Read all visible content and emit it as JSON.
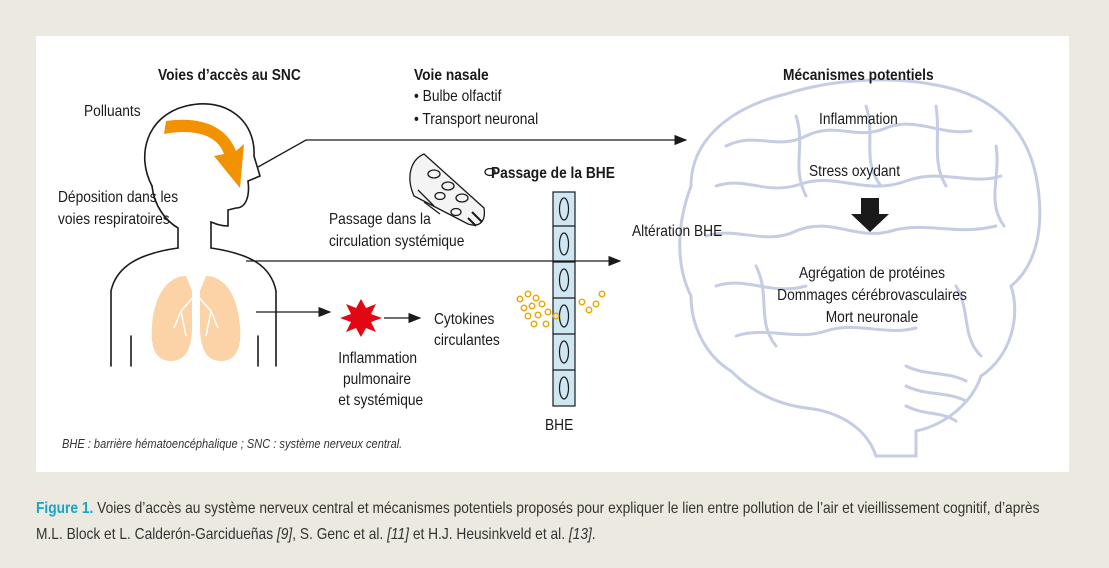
{
  "diagram": {
    "headings": {
      "access_routes": "Voies d’accès au SNC",
      "nasal_route": "Voie nasale",
      "mechanisms": "Mécanismes potentiels",
      "bbb_passage": "Passage de la BHE"
    },
    "nasal_items": [
      "• Bulbe olfactif",
      "• Transport neuronal"
    ],
    "pollutants": "Polluants",
    "deposition": [
      "Déposition dans les",
      "voies respiratoires"
    ],
    "systemic_circulation": [
      "Passage dans la",
      "circulation systémique"
    ],
    "inflammation_pulm": [
      "Inflammation",
      "pulmonaire",
      "et systémique"
    ],
    "cytokines": [
      "Cytokines",
      "circulantes"
    ],
    "bbb_label": "BHE",
    "bbb_alteration": "Altération BHE",
    "mechanisms": {
      "inflammation": "Inflammation",
      "oxidative_stress": "Stress oxydant",
      "outcomes": [
        "Agrégation de protéines",
        "Dommages cérébrovasculaires",
        "Mort neuronale"
      ]
    },
    "abbreviations": "BHE : barrière hématoencéphalique ; SNC : système nerveux central.",
    "colors": {
      "pollutant_arrow": "#f39200",
      "lungs": "#fbd3a6",
      "brain_outline": "#c5cde4",
      "cytokines": "#f0a500",
      "burst": "#e30613",
      "bbb": "#cfe6f3"
    }
  },
  "caption": {
    "label": "Figure 1.",
    "text": " Voies d’accès au système nerveux central et mécanismes potentiels proposés pour expliquer le lien entre pollution de l’air et vieillissement cognitif, d’après M.L. Block et L. Calderón-Garcidueñas ",
    "ref1": "[9]",
    "text2": ", S. Genc et al. ",
    "ref2": "[11]",
    "text3": " et H.J. Heusinkveld et al. ",
    "ref3": "[13]",
    "text4": "."
  }
}
